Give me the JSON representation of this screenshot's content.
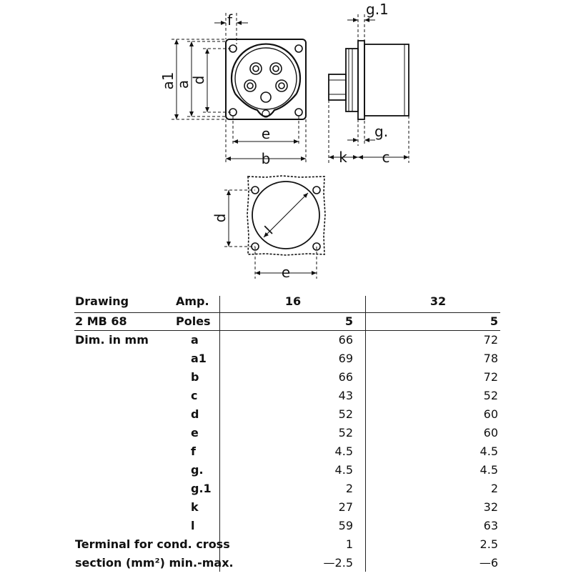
{
  "drawing_labels": {
    "f": "f",
    "g1": "g.1",
    "a1": "a1",
    "a": "a",
    "d": "d",
    "e": "e",
    "b": "b",
    "g": "g.",
    "k": "k",
    "c": "c",
    "d2": "d",
    "l": "l",
    "e2": "e"
  },
  "table": {
    "drawing_label": "Drawing",
    "drawing_code": "2 MB 68",
    "amp_label": "Amp.",
    "poles_label": "Poles",
    "dim_label": "Dim. in mm",
    "columns": [
      {
        "amp": "16",
        "poles": "5"
      },
      {
        "amp": "32",
        "poles": "5"
      }
    ],
    "rows": [
      {
        "label": "a",
        "v16": "66",
        "v32": "72"
      },
      {
        "label": "a1",
        "v16": "69",
        "v32": "78"
      },
      {
        "label": "b",
        "v16": "66",
        "v32": "72"
      },
      {
        "label": "c",
        "v16": "43",
        "v32": "52"
      },
      {
        "label": "d",
        "v16": "52",
        "v32": "60"
      },
      {
        "label": "e",
        "v16": "52",
        "v32": "60"
      },
      {
        "label": "f",
        "v16": "4.5",
        "v32": "4.5"
      },
      {
        "label": "g.",
        "v16": "4.5",
        "v32": "4.5"
      },
      {
        "label": "g.1",
        "v16": "2",
        "v32": "2"
      },
      {
        "label": "k",
        "v16": "27",
        "v32": "32"
      },
      {
        "label": "l",
        "v16": "59",
        "v32": "63"
      }
    ],
    "terminal_line1": "Terminal for cond. cross",
    "terminal_line2": "section (mm²) min.-max.",
    "terminal_16_min": "1",
    "terminal_16_max": "—2.5",
    "terminal_32_min": "2.5",
    "terminal_32_max": "—6"
  }
}
